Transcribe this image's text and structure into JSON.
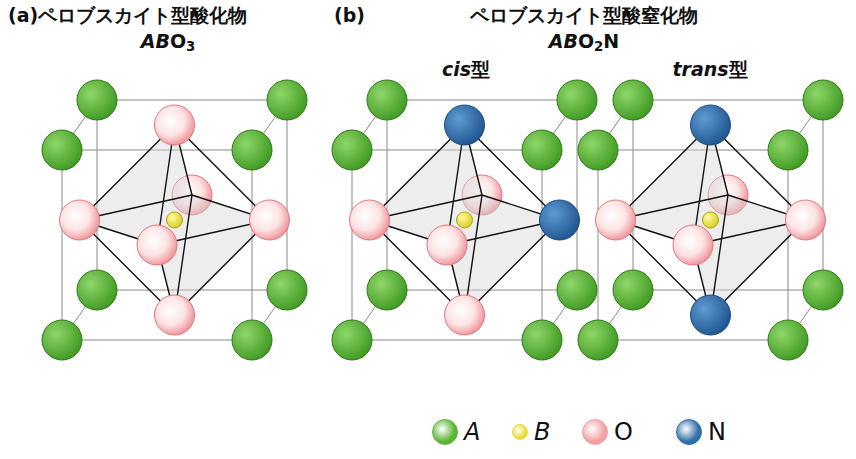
{
  "diagram": {
    "labels": [
      "(a)ペロブスカイト型酸化物",
      "ABO3",
      "(b)",
      "ペロブスカイト型酸窒化物",
      "ABO2N",
      "cis型",
      "trans型"
    ],
    "legend": [
      {
        "text": "A",
        "color": "#5bb533"
      },
      {
        "text": "B",
        "color": "#e6dc3c"
      },
      {
        "text": "O",
        "color": "#f2a0a4"
      },
      {
        "text": "N",
        "color": "#2f6ea8"
      }
    ]
  }
}
